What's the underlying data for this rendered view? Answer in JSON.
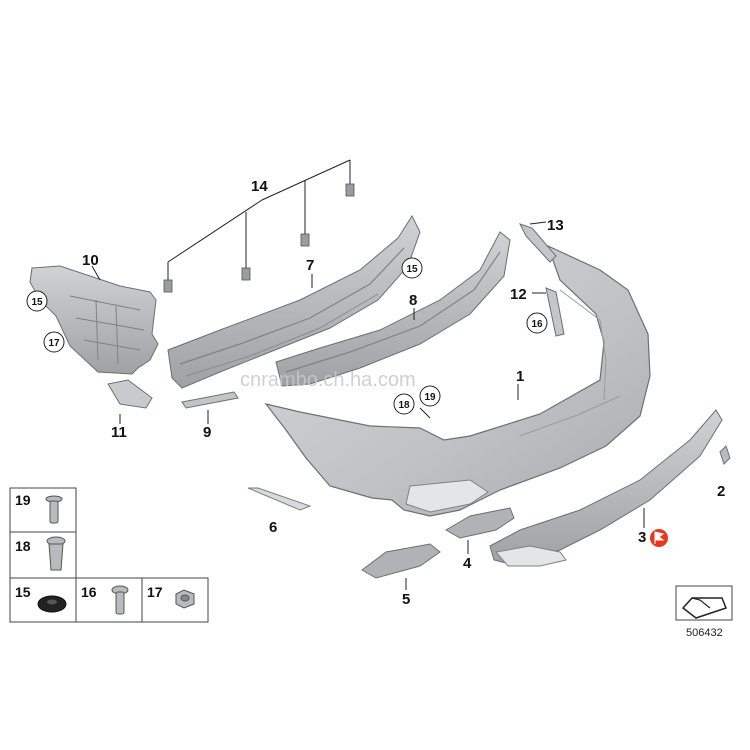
{
  "callouts": {
    "p1": "1",
    "p2": "2",
    "p3": "3",
    "p4": "4",
    "p5": "5",
    "p6": "6",
    "p7": "7",
    "p8": "8",
    "p9": "9",
    "p10": "10",
    "p11": "11",
    "p12": "12",
    "p13": "13",
    "p14": "14"
  },
  "circled": {
    "c15a": "15",
    "c15b": "15",
    "c16": "16",
    "c17": "17",
    "c18": "18",
    "c19": "19"
  },
  "legend": {
    "l19": "19",
    "l18": "18",
    "l15": "15",
    "l16": "16",
    "l17": "17"
  },
  "diagram_number": "506432",
  "watermark": "cnrambo.ch.ha.com",
  "colors": {
    "part_fill": "#c4c6c9",
    "part_stroke": "#6d6f72",
    "badge_red": "#e8391c"
  }
}
